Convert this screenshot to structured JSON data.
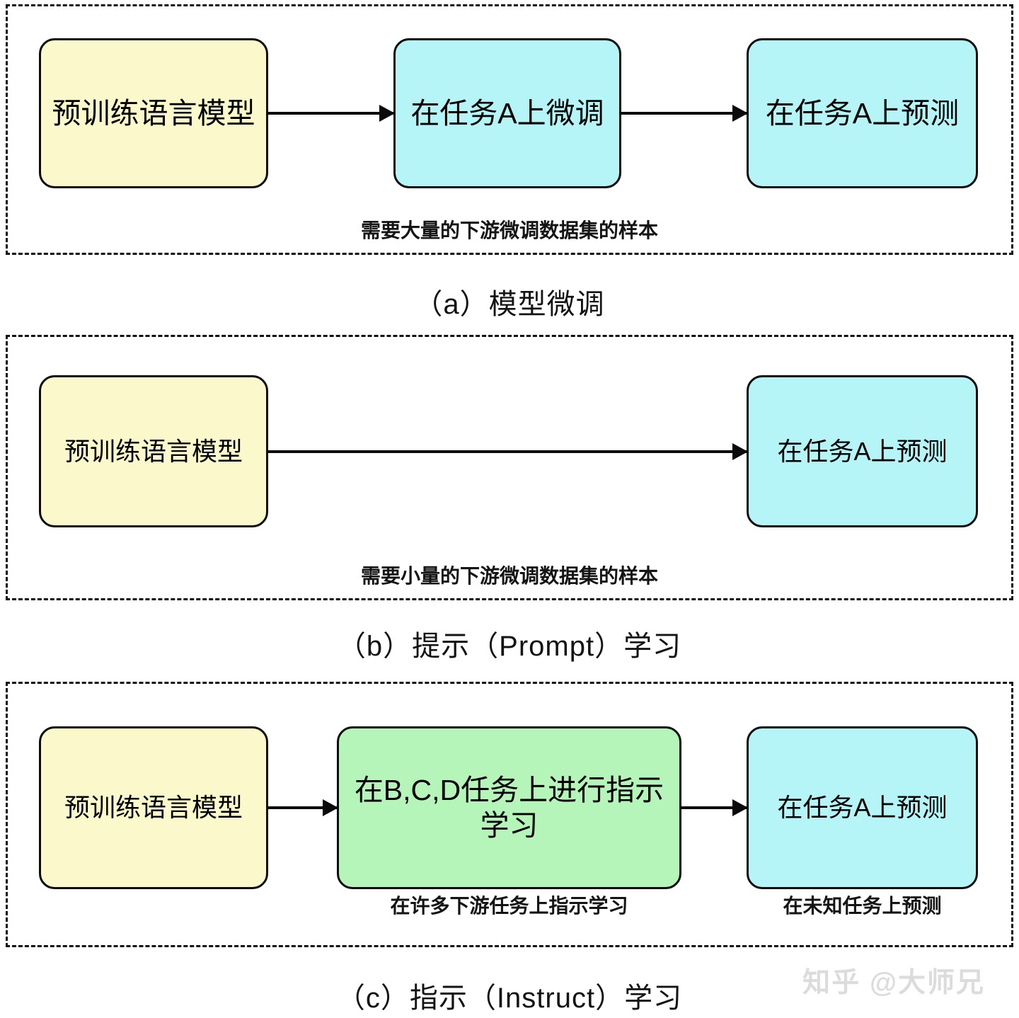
{
  "diagram": {
    "title_implied": "",
    "colors": {
      "yellow_box": "#fbf8cc",
      "cyan_box": "#b5f5f7",
      "green_box": "#b5f5b9",
      "border": "#0d0d0d",
      "panel_border": "#111111",
      "arrow": "#0a0a0a",
      "watermark": "#dcdcdc"
    },
    "sections": [
      {
        "id": "a",
        "caption": "（a）模型微调",
        "note": "需要大量的下游微调数据集的样本",
        "boxes": [
          {
            "label": "预训练语言模型",
            "color": "yellow"
          },
          {
            "label": "在任务A上微调",
            "color": "cyan"
          },
          {
            "label": "在任务A上预测",
            "color": "cyan"
          }
        ]
      },
      {
        "id": "b",
        "caption": "（b）提示（Prompt）学习",
        "note": "需要小量的下游微调数据集的样本",
        "boxes": [
          {
            "label": "预训练语言模型",
            "color": "yellow"
          },
          {
            "label": "在任务A上预测",
            "color": "cyan"
          }
        ]
      },
      {
        "id": "c",
        "caption": "（c）指示（Instruct）学习",
        "note_left": "在许多下游任务上指示学习",
        "note_right": "在未知任务上预测",
        "boxes": [
          {
            "label": "预训练语言模型",
            "color": "yellow"
          },
          {
            "label": "在B,C,D任务上进行指示学习",
            "color": "green"
          },
          {
            "label": "在任务A上预测",
            "color": "cyan"
          }
        ]
      }
    ],
    "watermark": "知乎 @大师兄"
  }
}
